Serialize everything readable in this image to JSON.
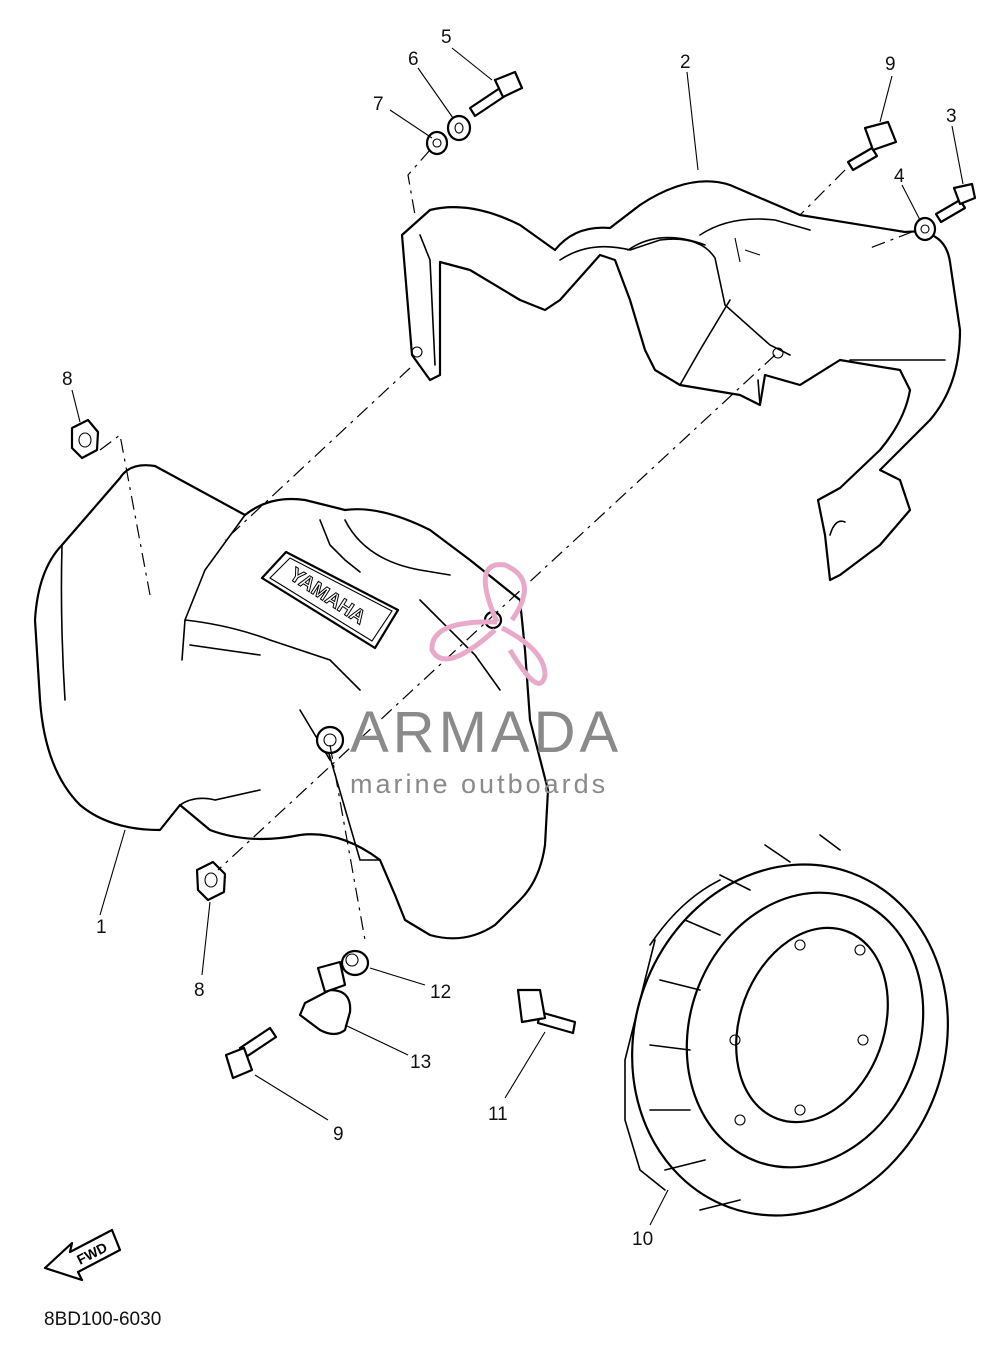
{
  "diagram": {
    "ref_code": "8BD100-6030",
    "fwd_label": "FWD",
    "emboss_label": "YAMAHA",
    "callouts": [
      "1",
      "2",
      "3",
      "4",
      "5",
      "6",
      "7",
      "8",
      "8",
      "9",
      "9",
      "10",
      "11",
      "12",
      "13"
    ]
  },
  "watermark": {
    "brand": "ARMADA",
    "tagline": "marine outboards",
    "colors": {
      "text": "#8a8a8a",
      "logo": "#e9a9c9"
    }
  },
  "colors": {
    "line": "#000000",
    "background": "#ffffff"
  }
}
